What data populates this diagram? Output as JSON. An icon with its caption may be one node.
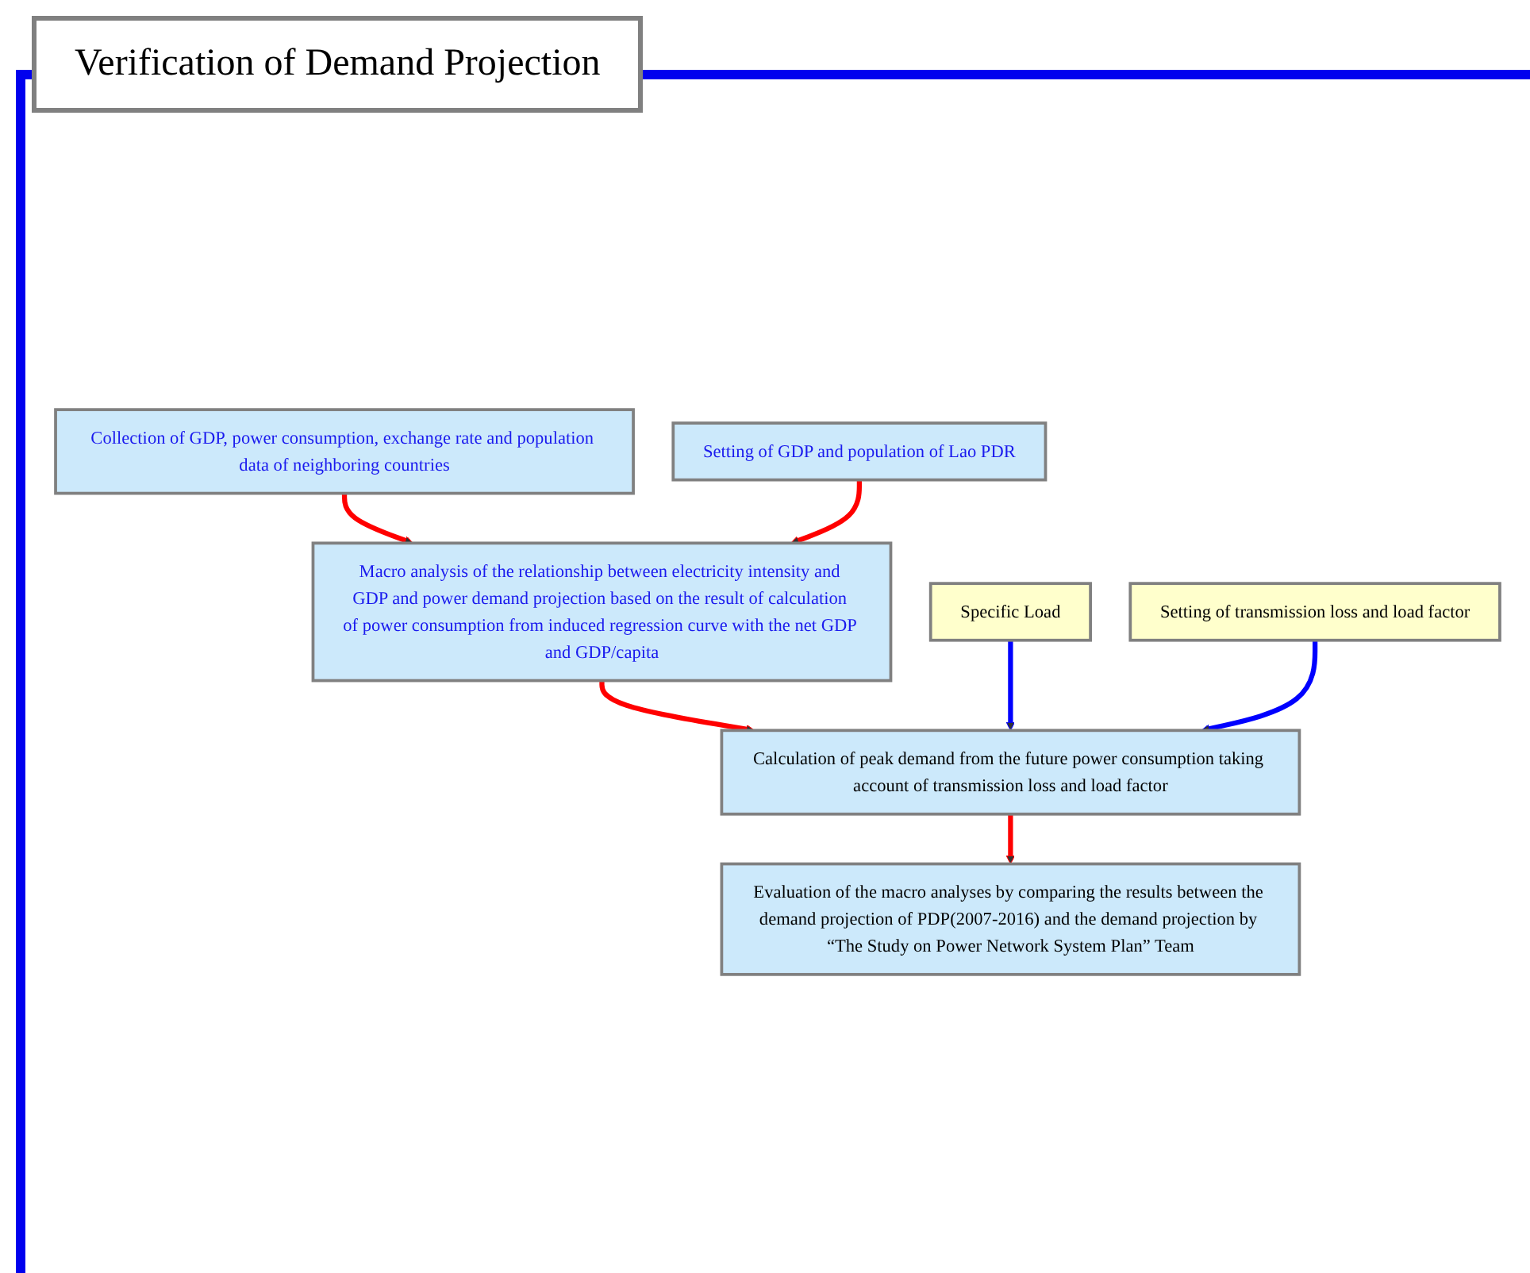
{
  "diagram": {
    "title": "Verification of Demand Projection",
    "nodes": [
      {
        "text": [
          "Collection of GDP, power consumption, exchange rate and population data of neighboring countries"
        ]
      },
      {
        "text": [
          "Setting of GDP and population of Lao PDR"
        ]
      },
      {
        "text": [
          "Macro analysis of the relationship between electricity intensity and GDP and power demand projection based on the result of calculation of power consumption from induced regression curve with the net GDP and GDP/capita"
        ]
      },
      {
        "text": [
          "Specific Load"
        ]
      },
      {
        "text": [
          "Setting of transmission loss and load factor"
        ]
      },
      {
        "text": [
          "Calculation of peak demand from the future power consumption taking account of transmission loss and load factor"
        ]
      },
      {
        "text": [
          "Evaluation of the macro analyses by comparing the results between the demand projection of PDP(2007-2016) and the demand projection by “The Study on Power Network System Plan” Team"
        ]
      }
    ],
    "edges": [
      {
        "from": 0,
        "to": 2,
        "arrow": "to"
      },
      {
        "from": 1,
        "to": 2,
        "arrow": "to"
      },
      {
        "from": 2,
        "to": 5,
        "arrow": "to"
      },
      {
        "from": 3,
        "to": 5,
        "arrow": "to",
        "color": "#0000ff"
      },
      {
        "from": 4,
        "to": 5,
        "arrow": "to",
        "color": "#0000ff"
      },
      {
        "from": 5,
        "to": 6,
        "arrow": "to"
      }
    ]
  }
}
